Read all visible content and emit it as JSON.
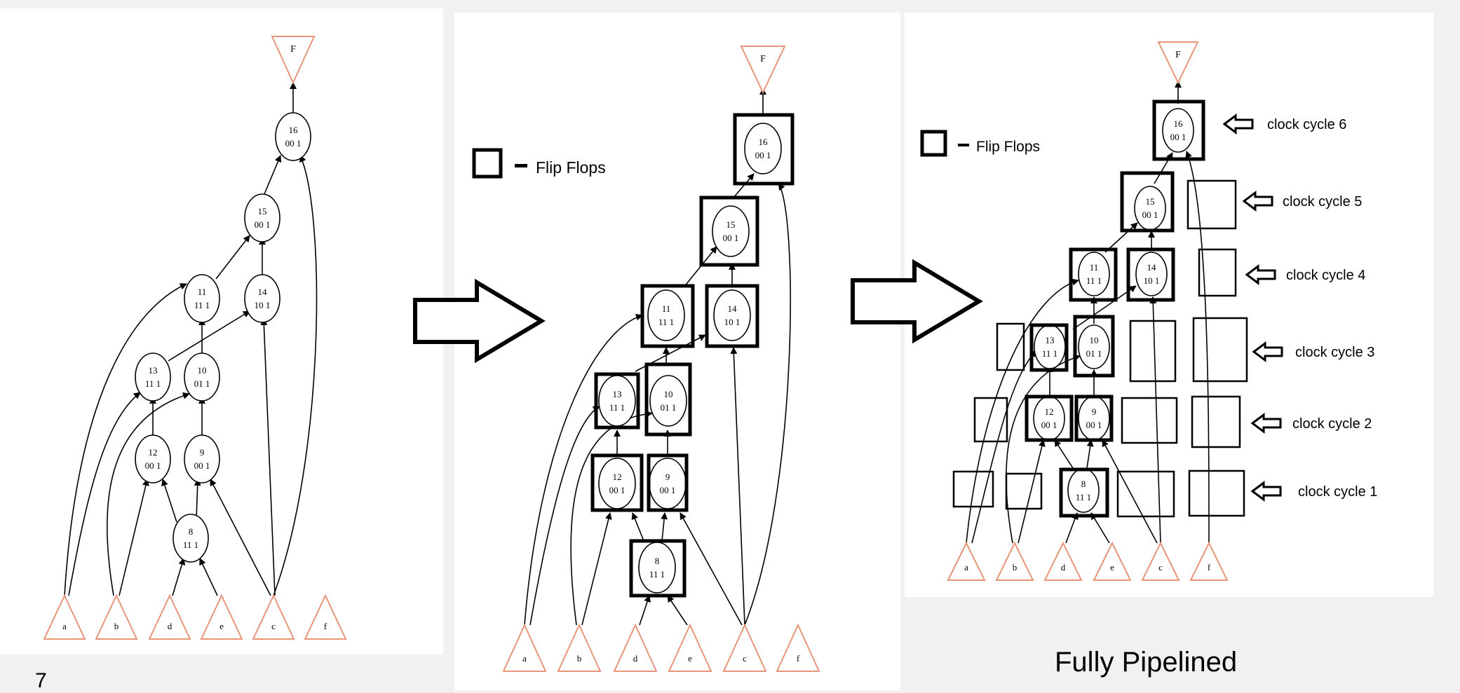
{
  "slide": {
    "page_number": "7",
    "footer_title": "Fully Pipelined"
  },
  "legend": {
    "flip_flops_label": "Flip Flops"
  },
  "colors": {
    "input_triangle": "#e8957a",
    "ink": "#000000",
    "page": "#f1f1f1",
    "panel": "#ffffff"
  },
  "graph": {
    "inputs": [
      "a",
      "b",
      "d",
      "e",
      "c",
      "f"
    ],
    "output": "F",
    "nodes": [
      {
        "id": "8",
        "value": "11 1"
      },
      {
        "id": "9",
        "value": "00 1"
      },
      {
        "id": "10",
        "value": "01 1"
      },
      {
        "id": "11",
        "value": "11 1"
      },
      {
        "id": "12",
        "value": "00 1"
      },
      {
        "id": "13",
        "value": "11 1"
      },
      {
        "id": "14",
        "value": "10 1"
      },
      {
        "id": "15",
        "value": "00 1"
      },
      {
        "id": "16",
        "value": "00 1"
      }
    ]
  },
  "clock_cycles": [
    "clock cycle 1",
    "clock cycle 2",
    "clock cycle 3",
    "clock cycle 4",
    "clock cycle 5",
    "clock cycle 6"
  ]
}
